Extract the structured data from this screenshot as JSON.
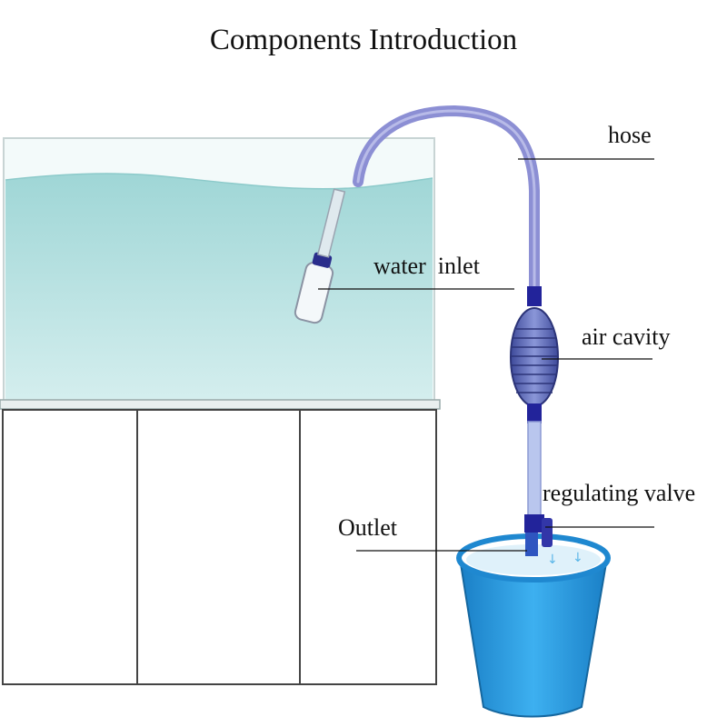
{
  "title": "Components Introduction",
  "labels": {
    "hose": "hose",
    "water_inlet": "water  inlet",
    "air_cavity": "air cavity",
    "regulating_valve": "regulating valve",
    "outlet": "Outlet"
  },
  "colors": {
    "water": "#a9dcdc",
    "hose": "#8c8fd4",
    "pump_bulb": "#6070b8",
    "connector": "#22239a",
    "bucket": "#2a9ae0",
    "bucket_handle_grip": "#e03020",
    "cabinet_line": "#444444"
  }
}
